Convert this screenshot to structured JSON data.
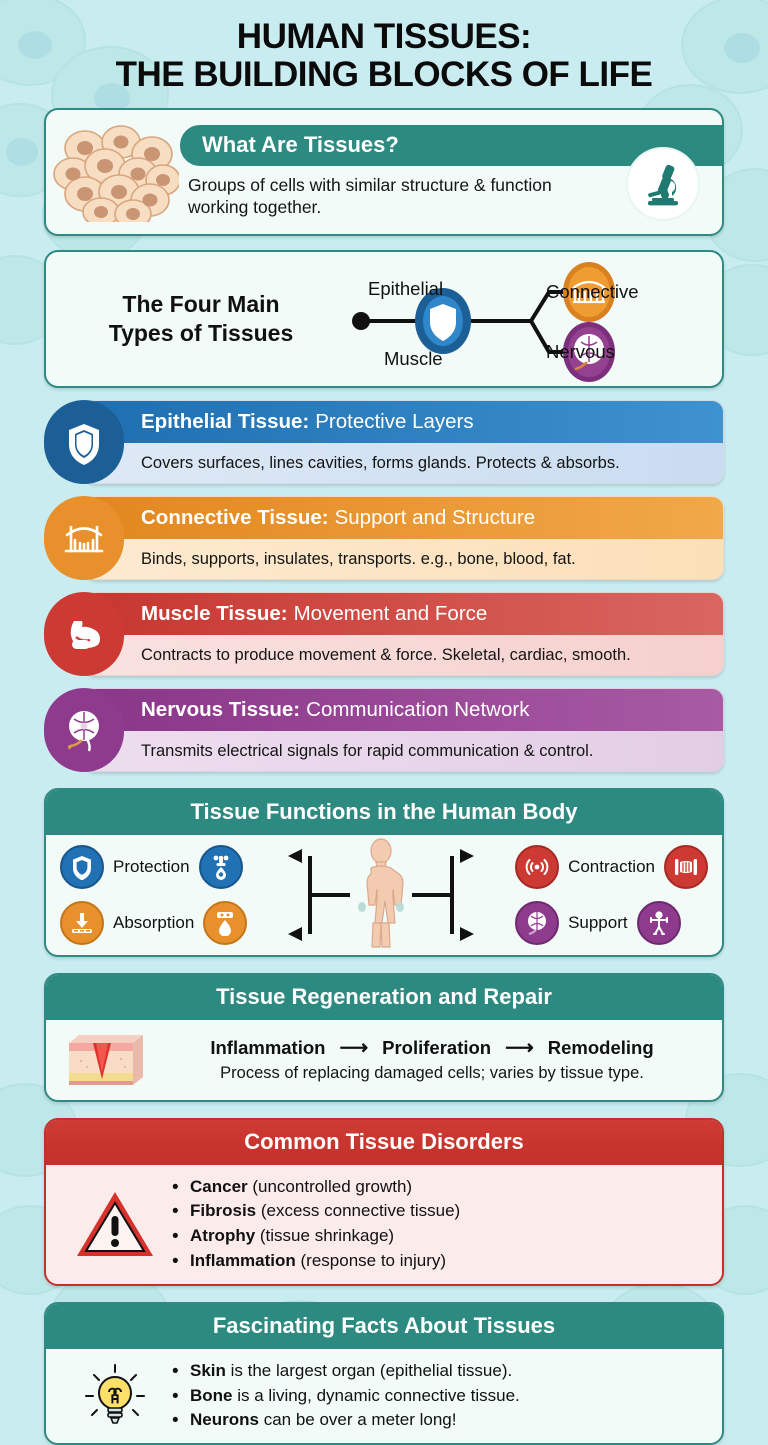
{
  "colors": {
    "background": "#c9ecf1",
    "teal": "#2d8a80",
    "blue": "#2171b5",
    "orange": "#e8912c",
    "red": "#cc3a33",
    "purple": "#8e3b8e",
    "card_bg": "#f2fbf8"
  },
  "title": {
    "line1": "HUMAN TISSUES:",
    "line2": "THE BUILDING BLOCKS OF LIFE"
  },
  "what_are_tissues": {
    "heading": "What Are Tissues?",
    "description": "Groups of cells with similar structure & function working together.",
    "left_icon": "cell-cluster-icon",
    "right_icon": "microscope-icon"
  },
  "four_types": {
    "label": "The Four Main\nTypes of Tissues",
    "label_line1": "The Four Main",
    "label_line2": "Types of Tissues",
    "nodes": [
      {
        "name": "Epithelial",
        "icon": "shield-icon",
        "color": "#2171b5"
      },
      {
        "name": "Muscle",
        "icon": "shield-icon",
        "color": "#2171b5"
      },
      {
        "name": "Connective",
        "icon": "bridge-icon",
        "color": "#e8912c"
      },
      {
        "name": "Nervous",
        "icon": "brain-icon",
        "color": "#8e3b8e"
      }
    ]
  },
  "tissue_types": [
    {
      "name": "Epithelial Tissue:",
      "subtitle": "Protective Layers",
      "description": "Covers surfaces, lines cavities, forms glands. Protects & absorbs.",
      "icon": "shield-icon",
      "header_color": "#2171b5",
      "header_color2": "#3b8ecc",
      "body_color": "#dfeaf5",
      "body_color2": "#cfdff0"
    },
    {
      "name": "Connective Tissue:",
      "subtitle": "Support and Structure",
      "description": "Binds, supports, insulates, transports. e.g., bone, blood, fat.",
      "icon": "bridge-icon",
      "header_color": "#e8912c",
      "header_color2": "#f0a044",
      "body_color": "#fdeacf",
      "body_color2": "#fbe0bb"
    },
    {
      "name": "Muscle Tissue:",
      "subtitle": "Movement and Force",
      "description": "Contracts to produce movement & force. Skeletal, cardiac, smooth.",
      "icon": "bicep-icon",
      "header_color": "#cc3a33",
      "header_color2": "#d4564f",
      "body_color": "#f8dfdd",
      "body_color2": "#f5d2d0"
    },
    {
      "name": "Nervous Tissue:",
      "subtitle": "Communication Network",
      "description": "Transmits electrical signals for rapid communication & control.",
      "icon": "brain-icon",
      "header_color": "#8e3b8e",
      "header_color2": "#a452a4",
      "body_color": "#eddcee",
      "body_color2": "#e4cfe6"
    }
  ],
  "functions": {
    "heading": "Tissue Functions in the Human Body",
    "center_icon": "human-body-icon",
    "left": [
      {
        "label": "Protection",
        "icon_left": "shield-icon",
        "icon_right": "gland-drop-icon",
        "color": "#2171b5"
      },
      {
        "label": "Absorption",
        "icon_left": "absorb-arrow-icon",
        "icon_right": "droplet-icon",
        "color": "#e8912c"
      }
    ],
    "right": [
      {
        "label": "Contraction",
        "icon_left": "signal-wave-icon",
        "icon_right": "muscle-fiber-icon",
        "color": "#cc3a33"
      },
      {
        "label": "Support",
        "icon_left": "brain-icon",
        "icon_right": "skeleton-icon",
        "color": "#8e3b8e"
      }
    ]
  },
  "regeneration": {
    "heading": "Tissue Regeneration and Repair",
    "icon": "skin-wound-icon",
    "steps": [
      "Inflammation",
      "Proliferation",
      "Remodeling"
    ],
    "arrow": "⟶",
    "note": "Process of replacing damaged cells; varies by tissue type."
  },
  "disorders": {
    "heading": "Common Tissue Disorders",
    "icon": "warning-triangle-icon",
    "items": [
      {
        "term": "Cancer",
        "detail": " (uncontrolled growth)"
      },
      {
        "term": "Fibrosis",
        "detail": " (excess connective tissue)"
      },
      {
        "term": "Atrophy",
        "detail": " (tissue shrinkage)"
      },
      {
        "term": "Inflammation",
        "detail": " (response to injury)"
      }
    ]
  },
  "facts": {
    "heading": "Fascinating Facts About Tissues",
    "icon": "lightbulb-icon",
    "items": [
      {
        "term": "Skin",
        "detail": " is the largest organ (epithelial tissue)."
      },
      {
        "term": "Bone",
        "detail": " is a living, dynamic connective tissue."
      },
      {
        "term": "Neurons",
        "detail": " can be over a meter long!"
      }
    ]
  }
}
